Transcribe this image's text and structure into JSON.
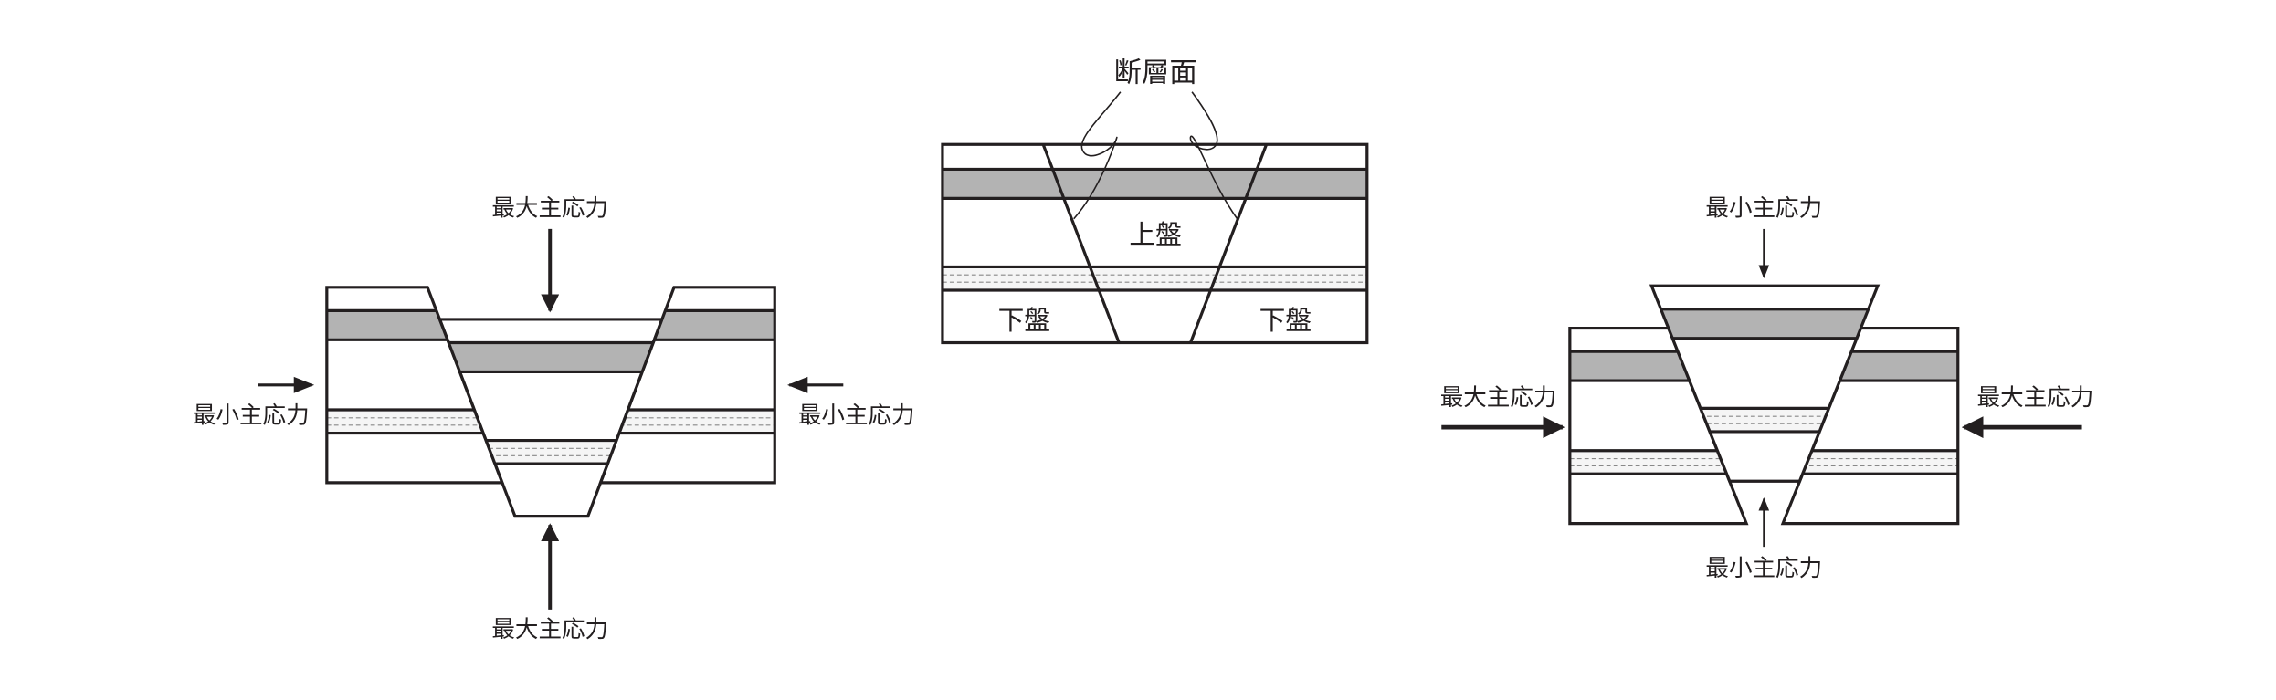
{
  "colors": {
    "gray_layer": "#b3b3b3",
    "line": "#231f20"
  },
  "left_diagram": {
    "top_label": "最大主応力",
    "bottom_label": "最大主応力",
    "left_label": "最小主応力",
    "right_label": "最小主応力"
  },
  "middle_diagram": {
    "fault_plane_label": "断層面",
    "hanging_wall_label": "上盤",
    "footwall_left_label": "下盤",
    "footwall_right_label": "下盤"
  },
  "right_diagram": {
    "top_label": "最小主応力",
    "bottom_label": "最小主応力",
    "left_label": "最大主応力",
    "right_label": "最大主応力"
  }
}
